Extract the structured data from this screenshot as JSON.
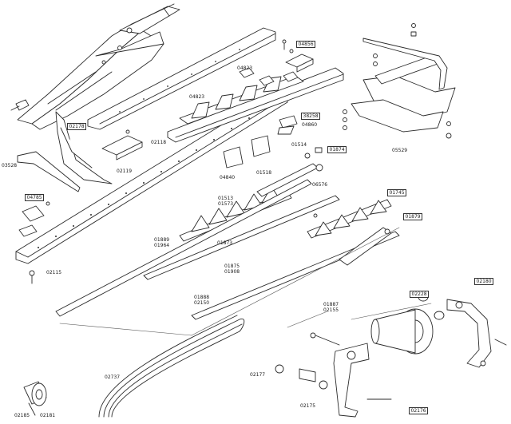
{
  "colors": {
    "line": "#2b2b2b",
    "fill": "#ffffff",
    "leader": "#555555"
  },
  "labels": {
    "l04856": "04856",
    "l04823a": "04823",
    "l04823b": "04823",
    "l38258": "38258",
    "l04860": "04860",
    "l02178": "02178",
    "l02118": "02118",
    "l02119": "02119",
    "l03528": "03528",
    "l05529": "05529",
    "l01514": "01514",
    "l01874": "01874",
    "l04840": "04840",
    "l01518": "01518",
    "l06576": "06576",
    "l04785": "04785",
    "l01513": "01513",
    "l01573": "01573",
    "l01745": "01745",
    "l01879": "01879",
    "l01889": "01889",
    "l01964": "01964",
    "l01873": "01873",
    "l02115": "02115",
    "l01875": "01875",
    "l01908": "01908",
    "l01888": "01888",
    "l02150": "02150",
    "l02228": "02228",
    "l02180": "02180",
    "l01887": "01887",
    "l02155": "02155",
    "l02737": "02737",
    "l02177": "02177",
    "l02175": "02175",
    "l02176": "02176",
    "l02185": "02185",
    "l02181": "02181"
  }
}
